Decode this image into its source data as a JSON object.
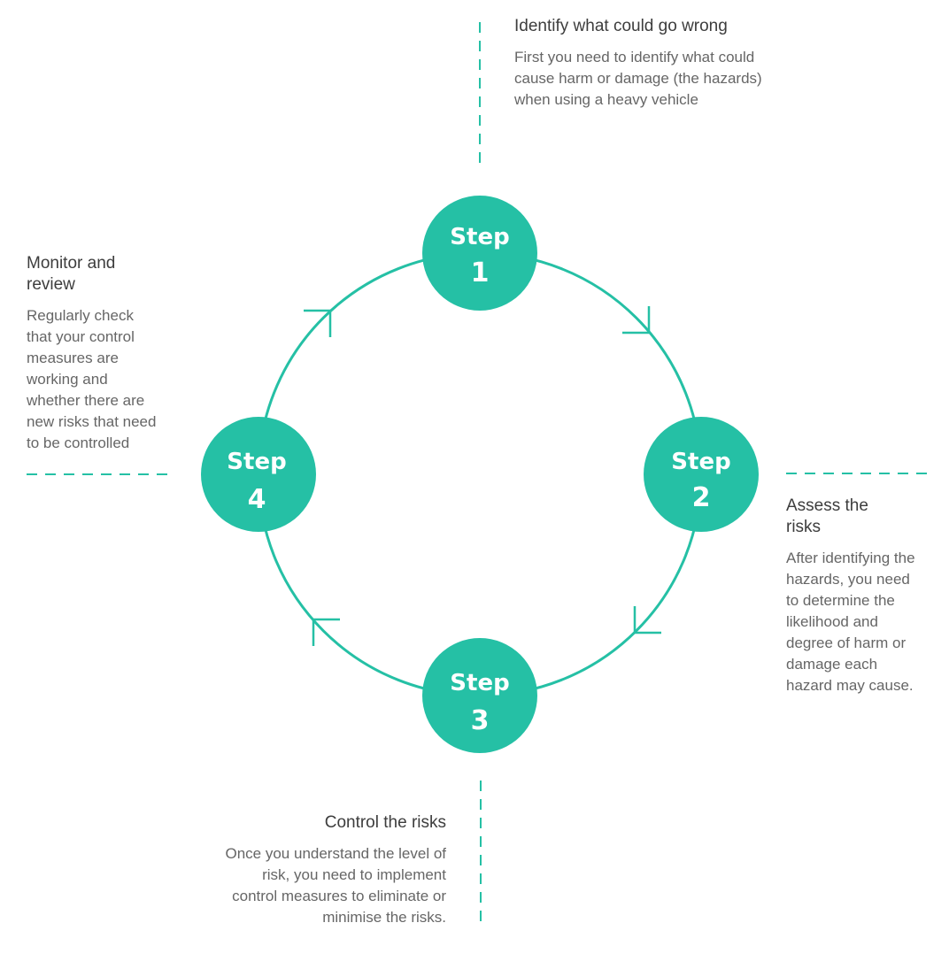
{
  "colors": {
    "accent": "#25c0a5",
    "heading": "#3d3d3d",
    "body_text": "#666666",
    "background": "#ffffff"
  },
  "steps": [
    {
      "word": "Step",
      "number": "1"
    },
    {
      "word": "Step",
      "number": "2"
    },
    {
      "word": "Step",
      "number": "3"
    },
    {
      "word": "Step",
      "number": "4"
    }
  ],
  "descriptions": [
    {
      "heading": "Identify what could go wrong",
      "lines": [
        "First you need to identify what could",
        "cause harm or damage (the hazards)",
        "when using a heavy vehicle"
      ]
    },
    {
      "heading_lines": [
        "Assess the",
        "risks"
      ],
      "lines": [
        "After identifying the",
        "hazards, you need",
        "to determine the",
        "likelihood and",
        "degree of harm or",
        "damage each",
        "hazard may cause."
      ]
    },
    {
      "heading": "Control the risks",
      "lines": [
        "Once you understand the level of",
        "risk, you need to implement",
        "control measures to eliminate or",
        "minimise the risks."
      ]
    },
    {
      "heading_lines": [
        "Monitor and",
        "review"
      ],
      "lines": [
        "Regularly check",
        "that your control",
        "measures are",
        "working and",
        "whether there are",
        "new risks that need",
        "to be controlled"
      ]
    }
  ]
}
